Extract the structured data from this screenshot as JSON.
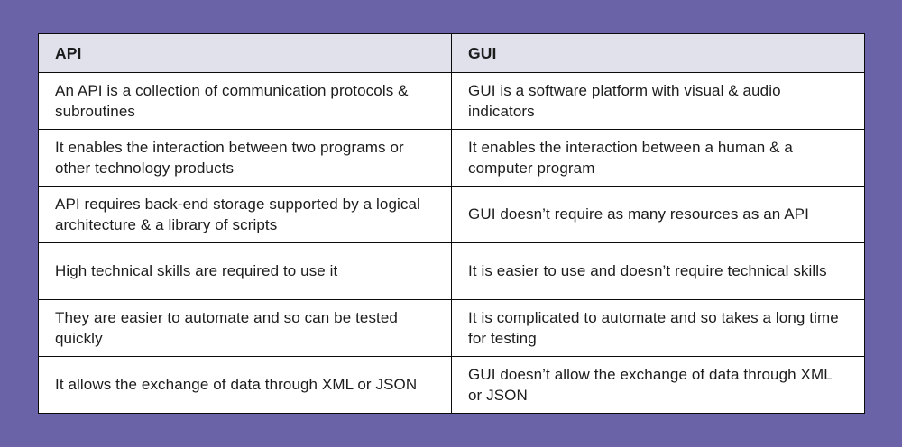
{
  "colors": {
    "page_background": "#6B63A8",
    "header_background": "#E1E1EC",
    "cell_background": "#FFFFFF",
    "border": "#0B0B0B",
    "text": "#1C1C1C"
  },
  "chart_data": {
    "type": "table",
    "columns": [
      "API",
      "GUI"
    ],
    "rows": [
      [
        "An API is a collection of communication protocols & subroutines",
        "GUI is a software platform with visual & audio indicators"
      ],
      [
        "It enables the interaction between two programs or other technology products",
        "It enables the interaction between a human & a computer program"
      ],
      [
        "API requires back-end storage supported by a logical architecture & a library of scripts",
        "GUI doesn’t require as many resources as an API"
      ],
      [
        "High technical skills are required to use it",
        "It is easier to use and doesn’t require technical skills"
      ],
      [
        "They are easier to automate and so can be tested quickly",
        "It is complicated to automate and so takes a long time for testing"
      ],
      [
        "It allows the exchange of data through XML or JSON",
        "GUI doesn’t allow the exchange of data through XML or JSON"
      ]
    ]
  }
}
